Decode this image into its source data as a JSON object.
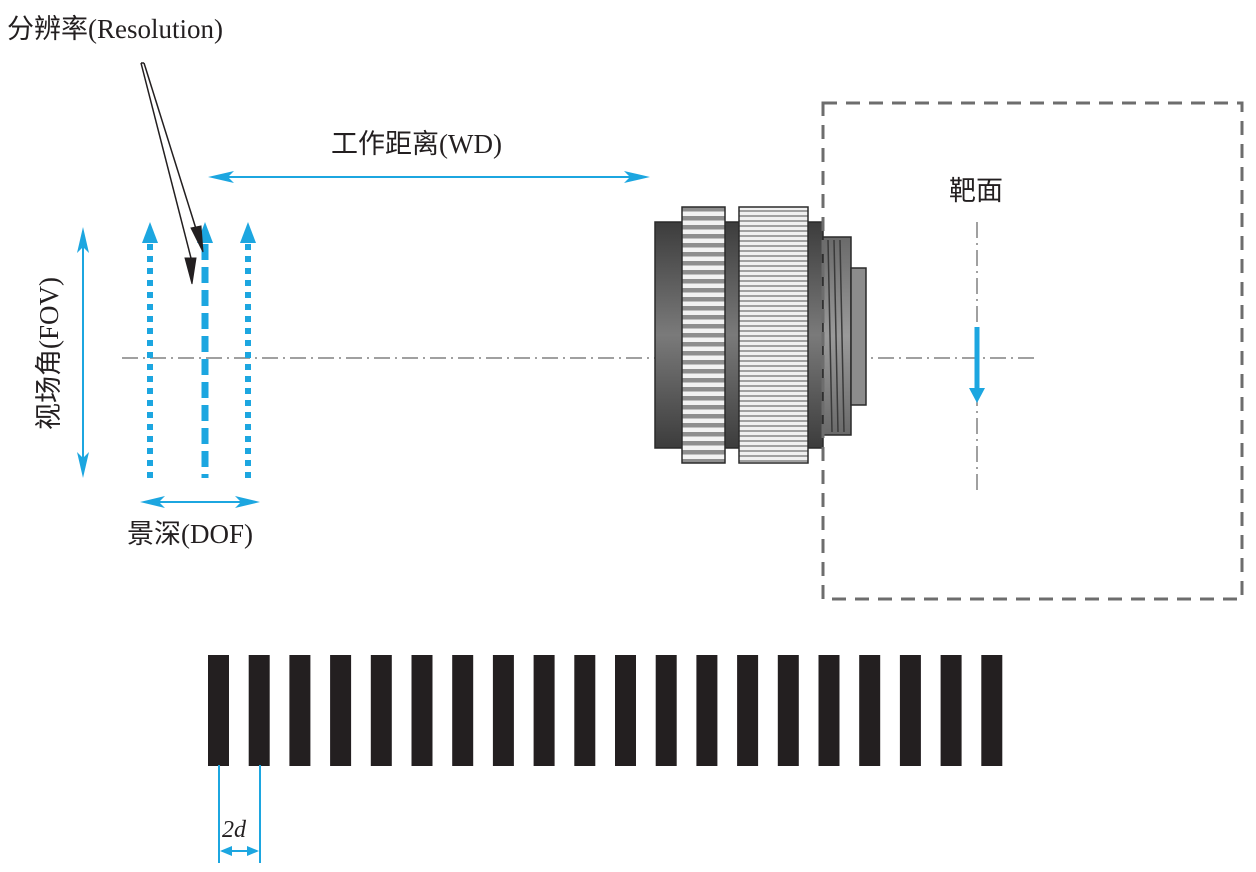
{
  "labels": {
    "resolution": "分辨率(Resolution)",
    "working_distance": "工作距离(WD)",
    "field_of_view": "视场角(FOV)",
    "depth_of_field": "景深(DOF)",
    "target_plane": "靶面",
    "line_pair_width": "2d"
  },
  "colors": {
    "accent_blue": "#1ca6e0",
    "text": "#231f20",
    "axis_gray": "#808080",
    "lens_dark": "#4a4a4a",
    "bar_black": "#231f20",
    "sensor_box": "#6d6d6d"
  },
  "test_pattern": {
    "bar_count": 20
  },
  "dof_lines": [
    "near-focus",
    "best-focus",
    "far-focus"
  ]
}
